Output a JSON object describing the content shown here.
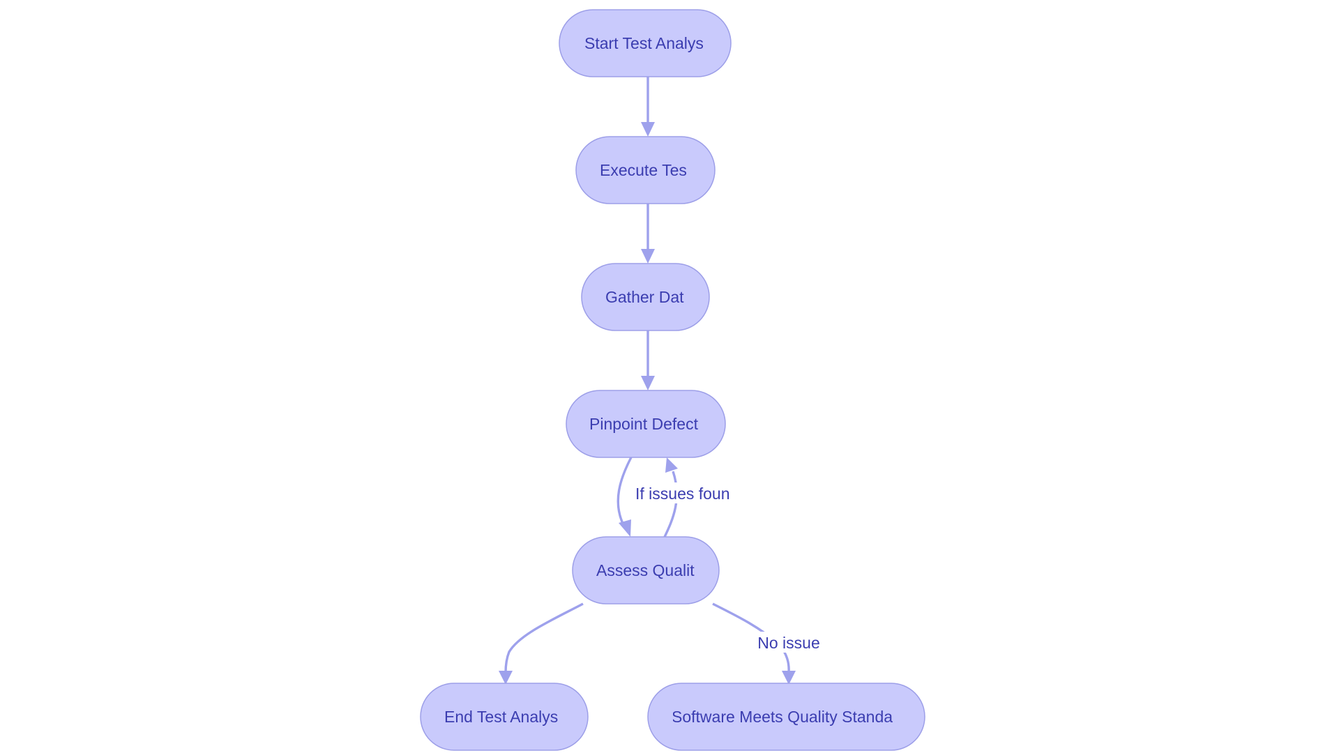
{
  "colors": {
    "node_fill": "#c9cafc",
    "node_stroke": "#9d9fe8",
    "edge": "#9ea1ec",
    "text": "#3b3db0",
    "background": "#ffffff"
  },
  "nodes": {
    "start": "Start Test Analys",
    "execute": "Execute Tes",
    "gather": "Gather Dat",
    "pinpoint": "Pinpoint Defect",
    "assess": "Assess Qualit",
    "end": "End Test Analys",
    "meets": "Software Meets Quality Standa"
  },
  "edges": {
    "if_issues": "If issues foun",
    "no_issue": "No issue"
  }
}
